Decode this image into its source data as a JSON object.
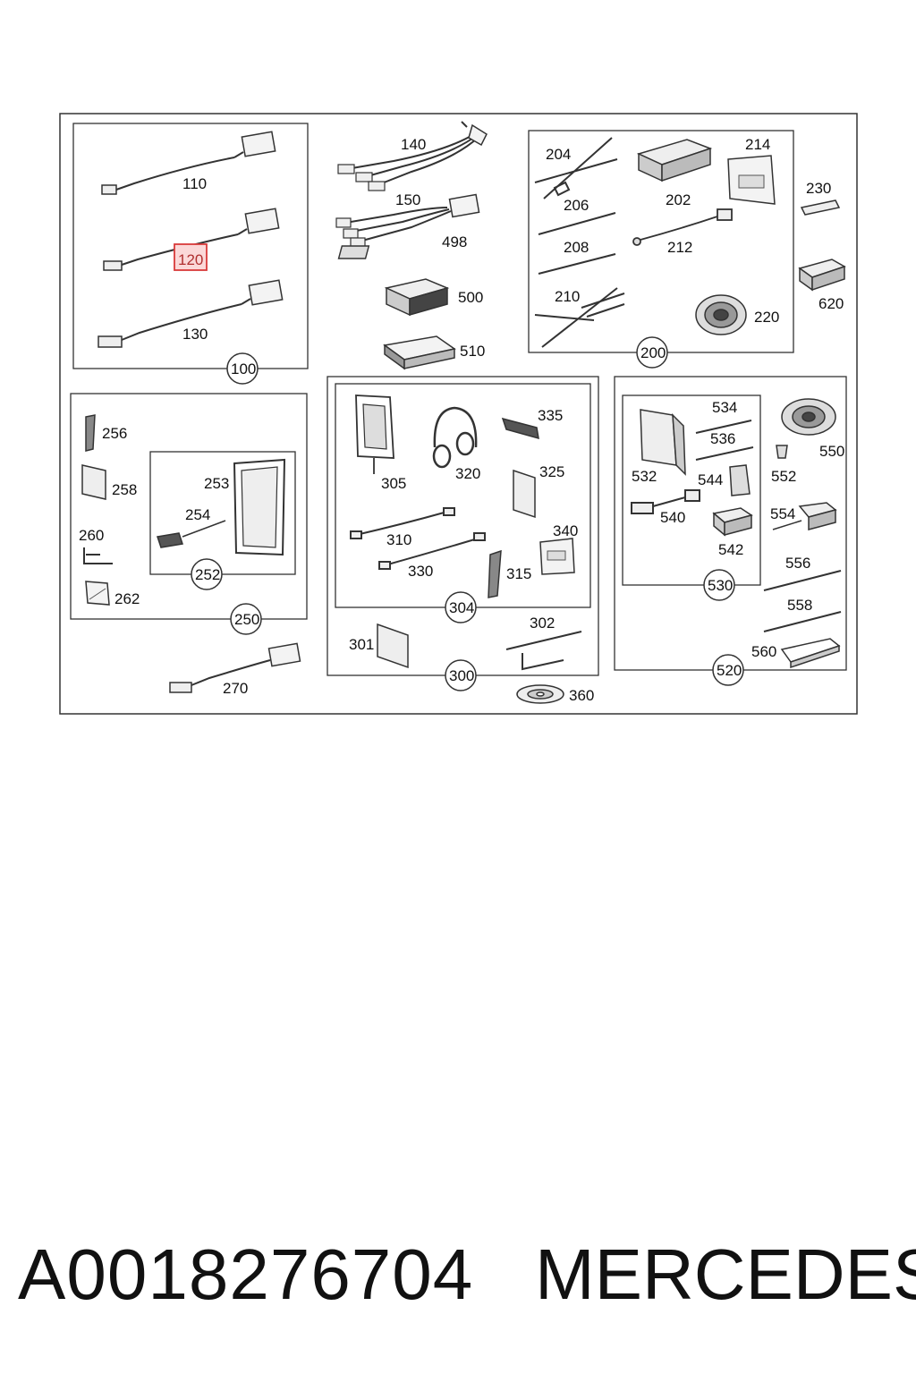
{
  "part_number": "A0018276704",
  "brand": "MERCEDES",
  "highlighted_item": "120",
  "colors": {
    "highlight_fill": "#fbd8d8",
    "highlight_stroke": "#d93a3a",
    "line": "#333333"
  },
  "groups": {
    "g100": "100",
    "g200": "200",
    "g250": "250",
    "g252": "252",
    "g300": "300",
    "g304": "304",
    "g520": "520",
    "g530": "530"
  },
  "labels": {
    "l110": "110",
    "l120": "120",
    "l130": "130",
    "l140": "140",
    "l150": "150",
    "l498": "498",
    "l500": "500",
    "l510": "510",
    "l204": "204",
    "l202": "202",
    "l214": "214",
    "l206": "206",
    "l208": "208",
    "l212": "212",
    "l210": "210",
    "l220": "220",
    "l230": "230",
    "l620": "620",
    "l256": "256",
    "l258": "258",
    "l260": "260",
    "l262": "262",
    "l253": "253",
    "l254": "254",
    "l270": "270",
    "l305": "305",
    "l320": "320",
    "l335": "335",
    "l325": "325",
    "l310": "310",
    "l330": "330",
    "l315": "315",
    "l340": "340",
    "l301": "301",
    "l302": "302",
    "l360": "360",
    "l534": "534",
    "l536": "536",
    "l532": "532",
    "l544": "544",
    "l540": "540",
    "l542": "542",
    "l550": "550",
    "l552": "552",
    "l554": "554",
    "l556": "556",
    "l558": "558",
    "l560": "560"
  }
}
